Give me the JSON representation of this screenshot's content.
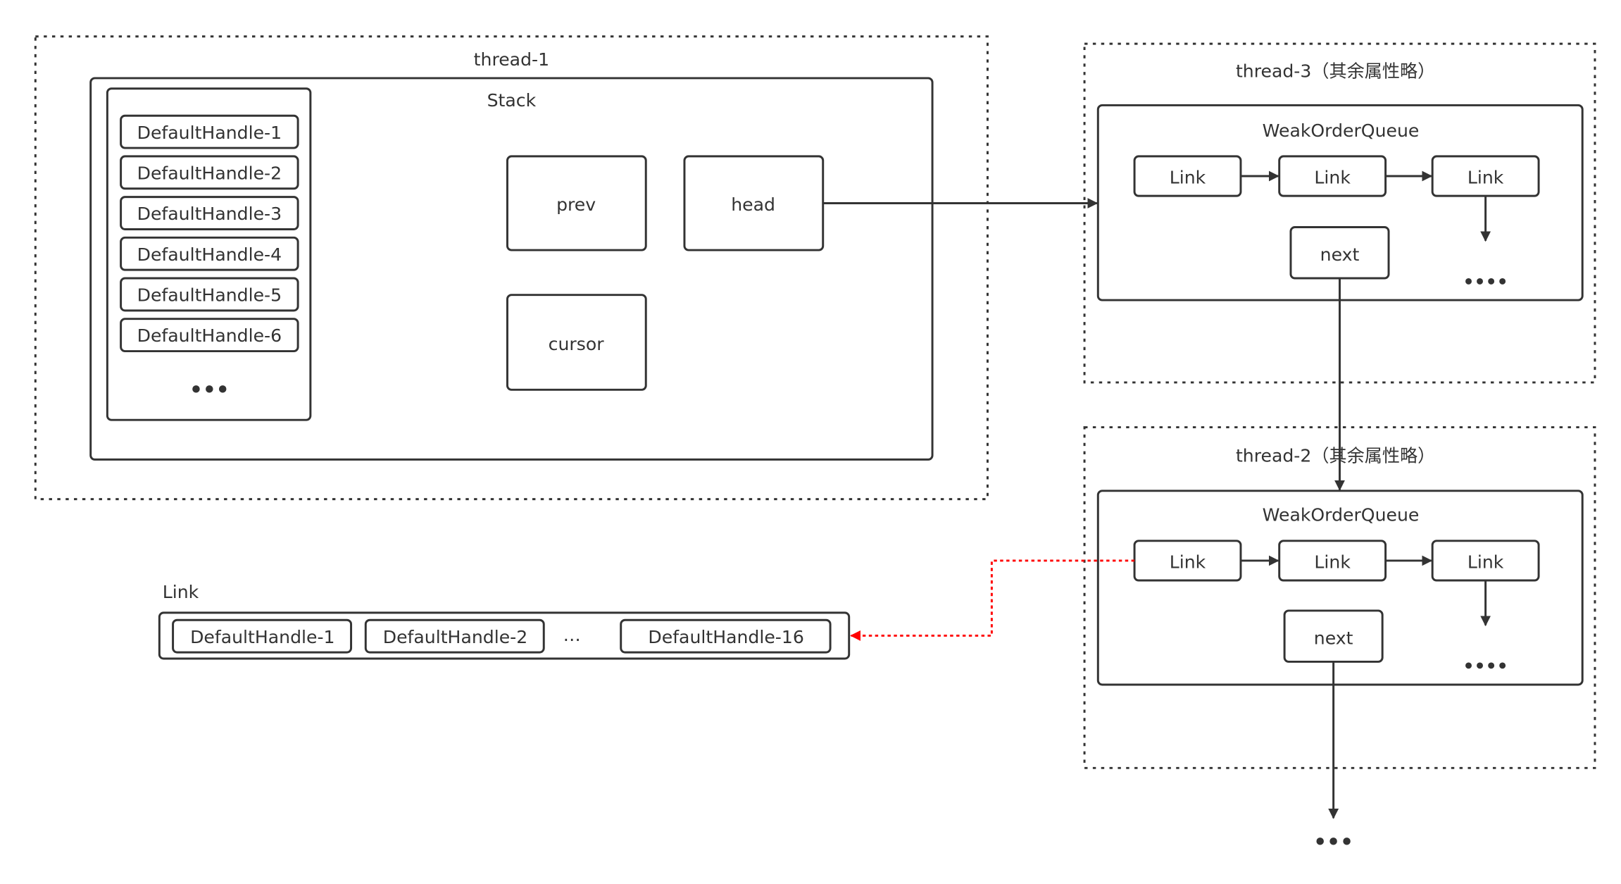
{
  "thread1": {
    "label": "thread-1",
    "stack_label": "Stack",
    "handles": [
      "DefaultHandle-1",
      "DefaultHandle-2",
      "DefaultHandle-3",
      "DefaultHandle-4",
      "DefaultHandle-5",
      "DefaultHandle-6"
    ],
    "handles_more": "•••",
    "prev": "prev",
    "head": "head",
    "cursor": "cursor"
  },
  "thread3": {
    "label": "thread-3（其余属性略）",
    "queue_label": "WeakOrderQueue",
    "links": [
      "Link",
      "Link",
      "Link"
    ],
    "next": "next",
    "more": "••••"
  },
  "thread2": {
    "label": "thread-2（其余属性略）",
    "queue_label": "WeakOrderQueue",
    "links": [
      "Link",
      "Link",
      "Link"
    ],
    "next": "next",
    "more": "••••"
  },
  "link_detail": {
    "label": "Link",
    "items": [
      "DefaultHandle-1",
      "DefaultHandle-2",
      "…",
      "DefaultHandle-16"
    ]
  },
  "bottom_more": "•••",
  "colors": {
    "stroke": "#333333",
    "dashed_arrow": "#ff0000",
    "background": "#ffffff"
  }
}
